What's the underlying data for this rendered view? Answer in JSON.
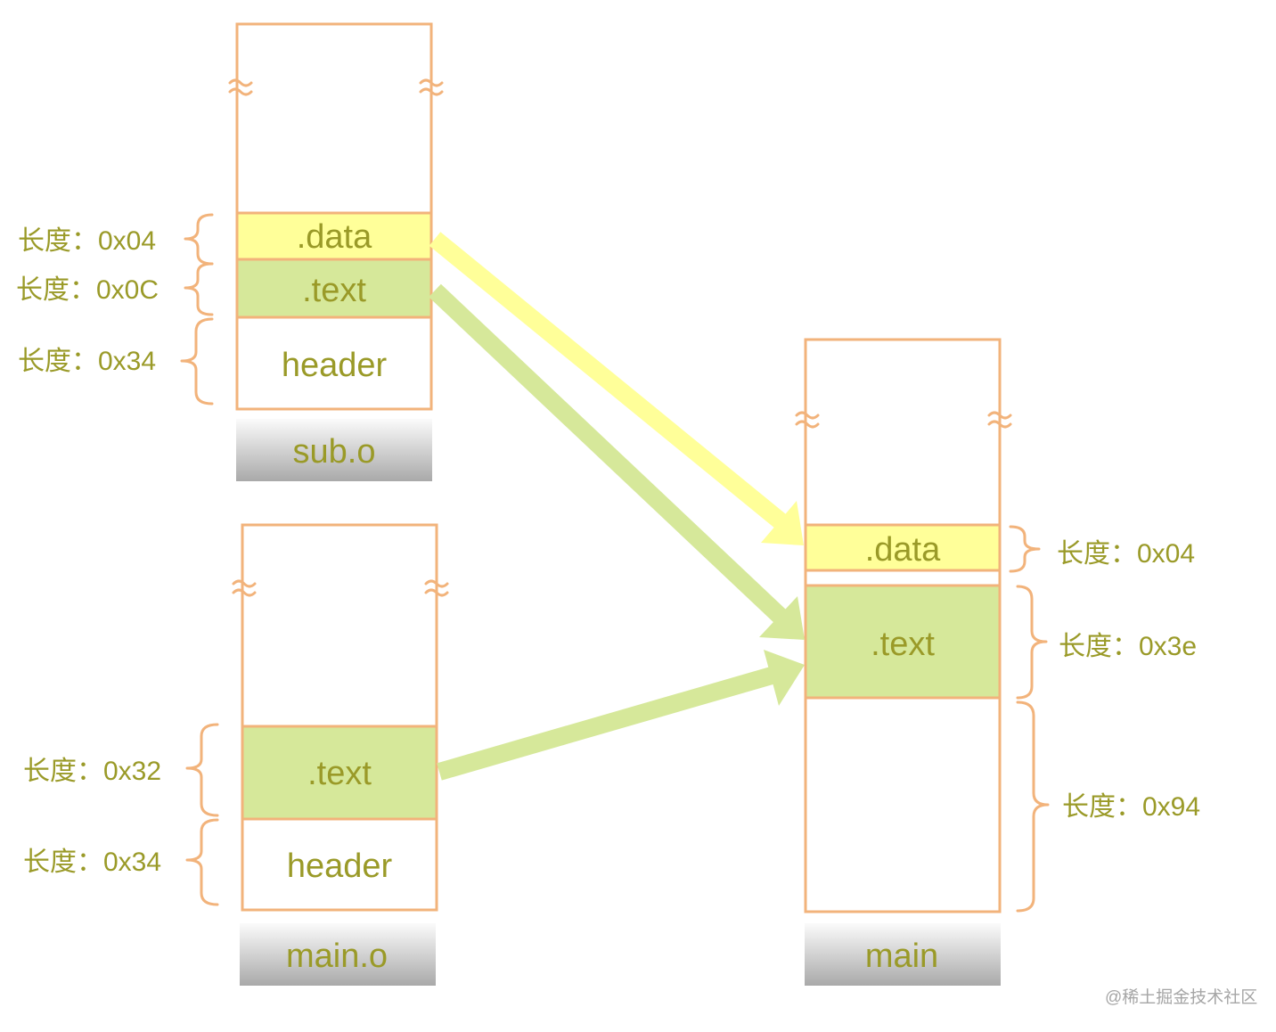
{
  "colors": {
    "border": "#f2b37b",
    "data_fill": "#ffff99",
    "text_fill": "#d6e89a",
    "label_text": "#9a9a28",
    "yellow_arrow": "#ffff99",
    "green_arrow": "#d6e89a",
    "caption_gradient_top": "#fbfbfb",
    "caption_gradient_bottom": "#a9a9a9"
  },
  "sub_o": {
    "caption": "sub.o",
    "data_label": ".data",
    "text_label": ".text",
    "header_label": "header",
    "data_length": "长度：0x04",
    "text_length": "长度：0x0C",
    "header_length": "长度：0x34"
  },
  "main_o": {
    "caption": "main.o",
    "text_label": ".text",
    "header_label": "header",
    "text_length": "长度：0x32",
    "header_length": "长度：0x34"
  },
  "main": {
    "caption": "main",
    "data_label": ".data",
    "text_label": ".text",
    "data_length": "长度：0x04",
    "text_length": "长度：0x3e",
    "rest_length": "长度：0x94"
  },
  "watermark": "@稀土掘金技术社区"
}
